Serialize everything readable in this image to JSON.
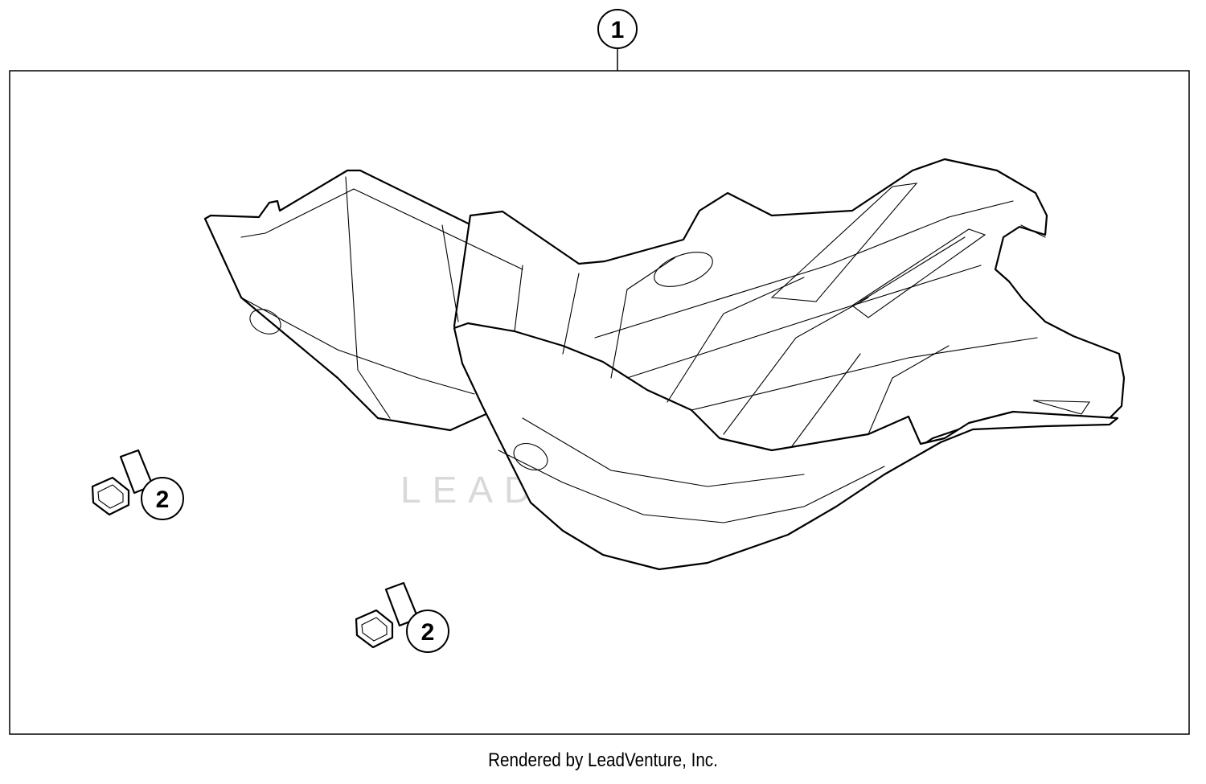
{
  "diagram": {
    "callouts": [
      {
        "id": "callout-1",
        "label": "1"
      },
      {
        "id": "callout-2a",
        "label": "2"
      },
      {
        "id": "callout-2b",
        "label": "2"
      }
    ],
    "watermark": "LEADVENTURE",
    "footer": "Rendered by LeadVenture, Inc."
  }
}
